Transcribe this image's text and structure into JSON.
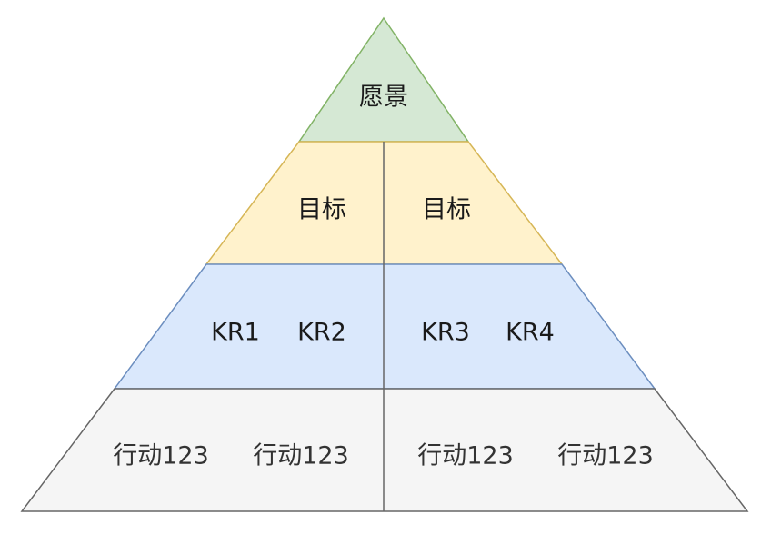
{
  "pyramid": {
    "levels": [
      {
        "id": "vision",
        "fill": "#d5e8d4",
        "stroke": "#82b366",
        "labels": [
          "愿景"
        ]
      },
      {
        "id": "objectives",
        "fill": "#fff2cc",
        "stroke": "#d6b656",
        "labels": [
          "目标",
          "目标"
        ]
      },
      {
        "id": "key-results",
        "fill": "#dae8fc",
        "stroke": "#6c8ebf",
        "labels": [
          "KR1",
          "KR2",
          "KR3",
          "KR4"
        ]
      },
      {
        "id": "actions",
        "fill": "#f5f5f5",
        "stroke": "#666666",
        "labels": [
          "行动123",
          "行动123",
          "行动123",
          "行动123"
        ]
      }
    ],
    "divider_color": "#666666"
  }
}
